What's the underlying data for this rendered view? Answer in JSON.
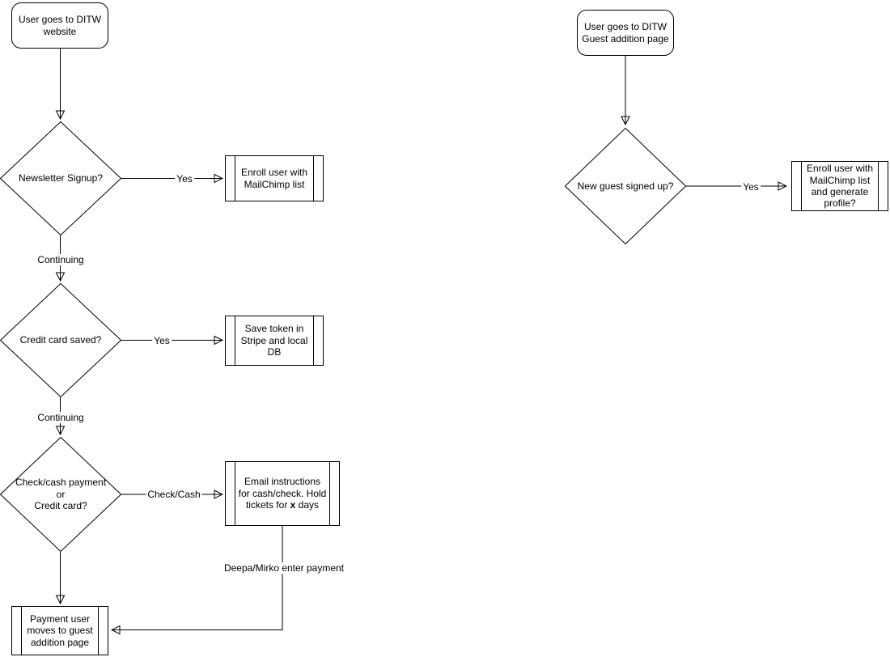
{
  "canvas": {
    "background": "#ffffff",
    "stroke_color": "#000000",
    "text_color": "#000000"
  },
  "left_flow": {
    "start": "User goes to DITW\nwebsite",
    "decision_newsletter": "Newsletter Signup?",
    "edge_newsletter_yes": "Yes",
    "process_enroll": "Enroll user with\nMailChimp list",
    "edge_continuing_1": "Continuing",
    "decision_creditcard": "Credit card saved?",
    "edge_creditcard_yes": "Yes",
    "process_savetoken": "Save token in\nStripe and local\nDB",
    "edge_continuing_2": "Continuing",
    "decision_payment": "Check/cash payment\nor\nCredit card?",
    "edge_checkcash": "Check/Cash",
    "process_email": {
      "text_before": "Email instructions\nfor cash/check. Hold\ntickets for ",
      "text_bold": "x",
      "text_after": " days"
    },
    "edge_deepa": "Deepa/Mirko enter payment",
    "process_paymentuser": "Payment user\nmoves to guest\naddition page"
  },
  "right_flow": {
    "start": "User goes to DITW\nGuest addition page",
    "decision_newguest": "New guest signed up?",
    "edge_yes": "Yes",
    "process_enroll": "Enroll user with\nMailChimp list\nand generate\nprofile?"
  }
}
